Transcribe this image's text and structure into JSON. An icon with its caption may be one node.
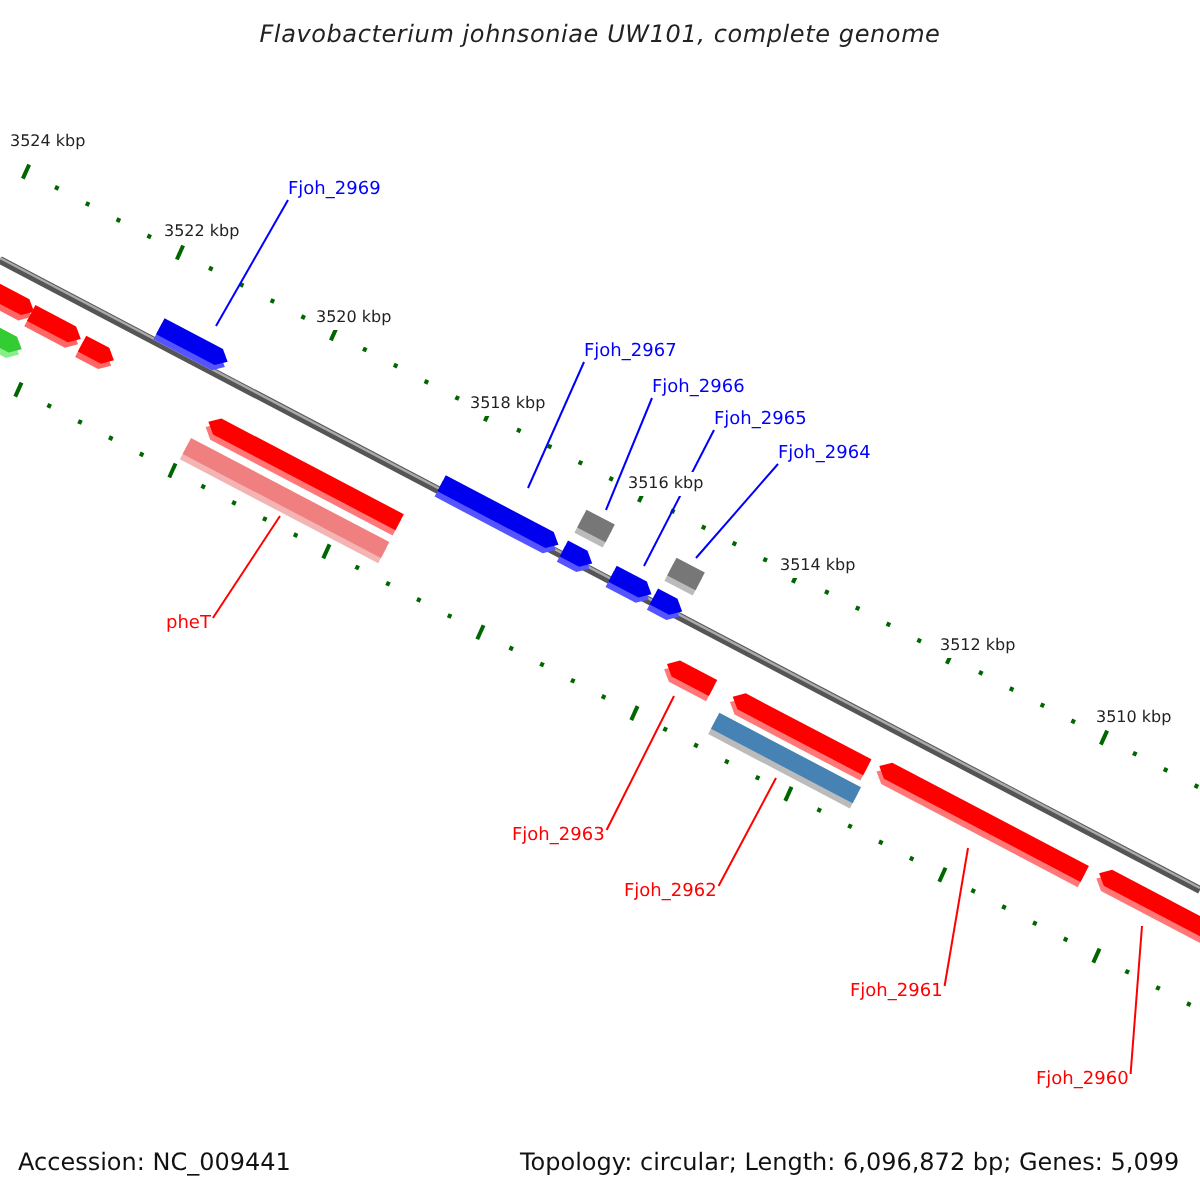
{
  "diagram": {
    "title": "Flavobacterium johnsoniae UW101, complete genome",
    "nodes": [
      {
        "text": [
          "Fjoh_2969"
        ]
      },
      {
        "text": [],
        "shape": "bar"
      },
      {
        "text": [
          "Fjoh_2967"
        ]
      },
      {
        "text": [
          "Fjoh_2966"
        ]
      },
      {
        "text": [
          "Fjoh_2965"
        ]
      },
      {
        "text": [
          "Fjoh_2964"
        ]
      },
      {
        "text": [],
        "shape": "bar"
      },
      {
        "text": [],
        "shape": "box"
      },
      {
        "text": [],
        "shape": "bar"
      },
      {
        "text": [],
        "shape": "box"
      },
      {
        "text": [],
        "shape": "bar"
      },
      {
        "text": [
          "pheT"
        ]
      },
      {
        "text": [],
        "shape": "bar"
      },
      {
        "text": [],
        "shape": "bar"
      },
      {
        "text": [],
        "shape": "bar"
      },
      {
        "text": [],
        "shape": "bar"
      },
      {
        "text": [
          "Fjoh_2963"
        ]
      },
      {
        "text": [
          "Fjoh_2962"
        ]
      },
      {
        "text": [
          "Fjoh_2961"
        ]
      },
      {
        "text": [
          "Fjoh_2960"
        ]
      }
    ],
    "edges": [
      {
        "from": 0,
        "to": 1,
        "arrow": "none",
        "color": "#0000ff"
      },
      {
        "from": 2,
        "to": 6,
        "arrow": "none",
        "color": "#0000ff"
      },
      {
        "from": 3,
        "to": 7,
        "arrow": "none",
        "color": "#0000ff"
      },
      {
        "from": 4,
        "to": 8,
        "arrow": "none",
        "color": "#0000ff"
      },
      {
        "from": 5,
        "to": 9,
        "arrow": "none",
        "color": "#0000ff"
      },
      {
        "from": 11,
        "to": 10,
        "arrow": "none",
        "color": "#ff0000"
      },
      {
        "from": 16,
        "to": 12,
        "arrow": "none",
        "color": "#ff0000"
      },
      {
        "from": 17,
        "to": 13,
        "arrow": "none",
        "color": "#ff0000"
      },
      {
        "from": 18,
        "to": 14,
        "arrow": "none",
        "color": "#ff0000"
      },
      {
        "from": 19,
        "to": 15,
        "arrow": "none",
        "color": "#ff0000"
      }
    ],
    "labels": [
      "3524 kbp",
      "3522 kbp",
      "3520 kbp",
      "3518 kbp",
      "3516 kbp",
      "3514 kbp",
      "3512 kbp",
      "3510 kbp",
      "Accession: NC_009441",
      "Topology: circular; Length: 6,096,872 bp; Genes: 5,099"
    ]
  }
}
